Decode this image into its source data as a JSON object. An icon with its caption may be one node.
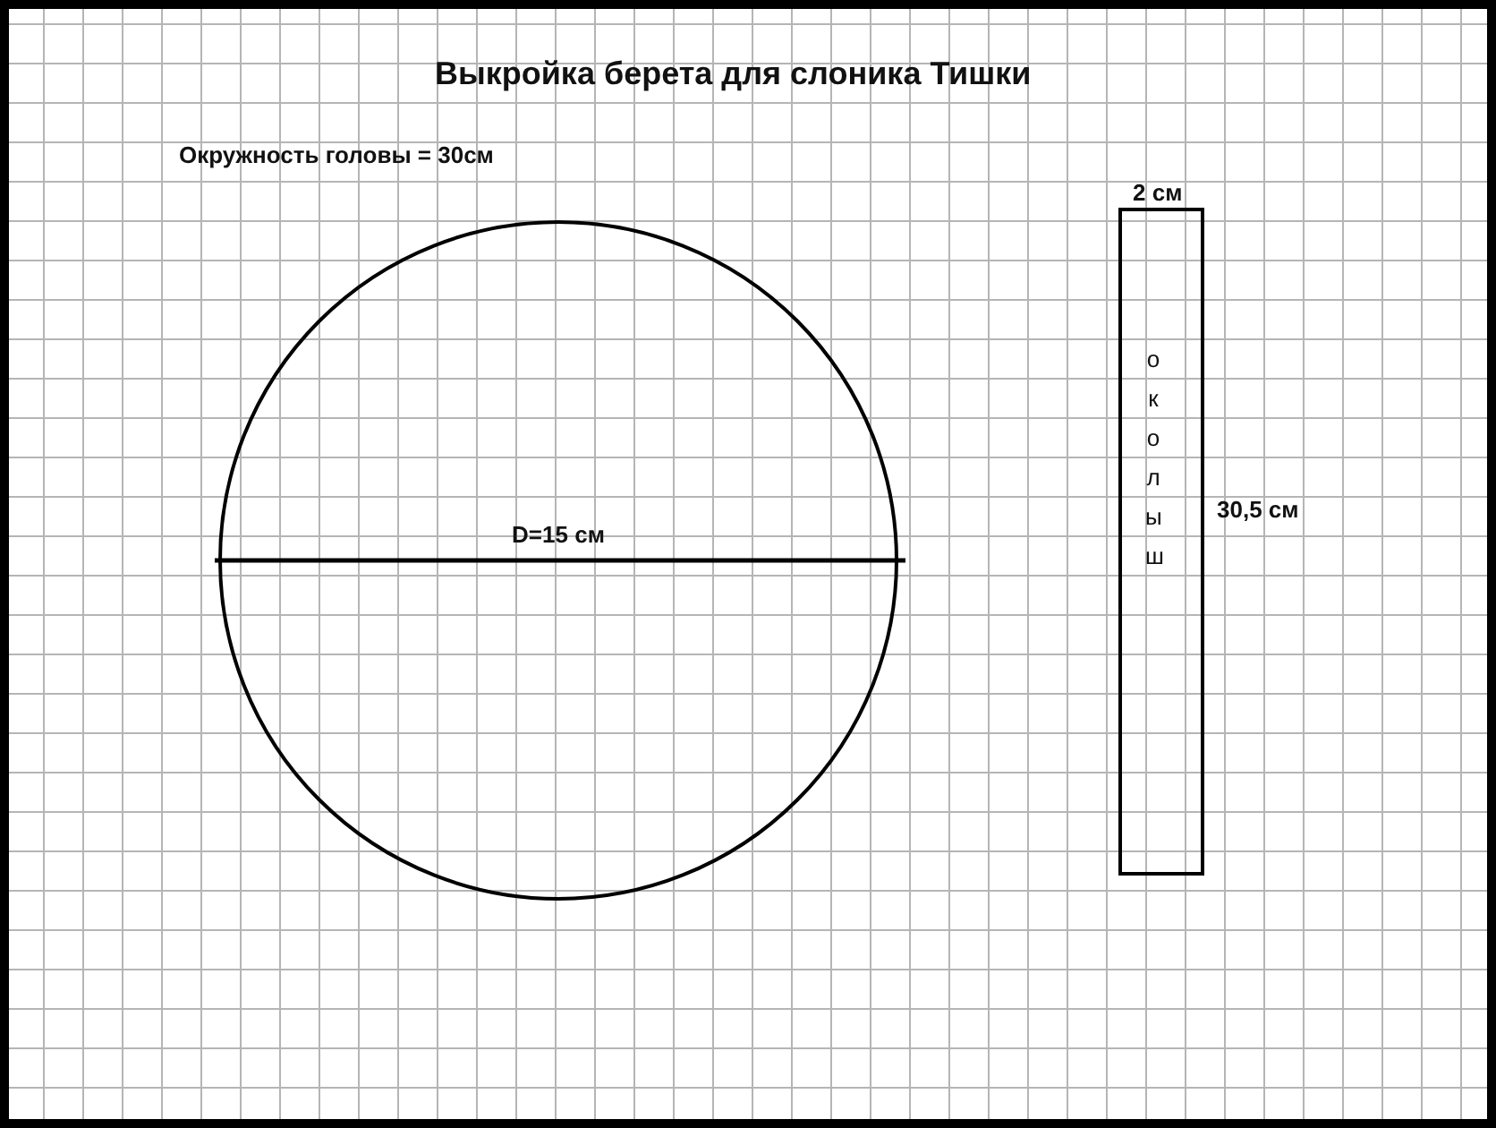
{
  "diagram": {
    "title": "Выкройка берета для слоника Тишки",
    "nodes": [
      {
        "text": [
          "D=15 см"
        ]
      },
      {
        "text": [
          "околыш"
        ],
        "beside": [
          "2 см",
          "30,5 см"
        ]
      }
    ],
    "labels": [
      "Окружность головы = 30см"
    ]
  }
}
